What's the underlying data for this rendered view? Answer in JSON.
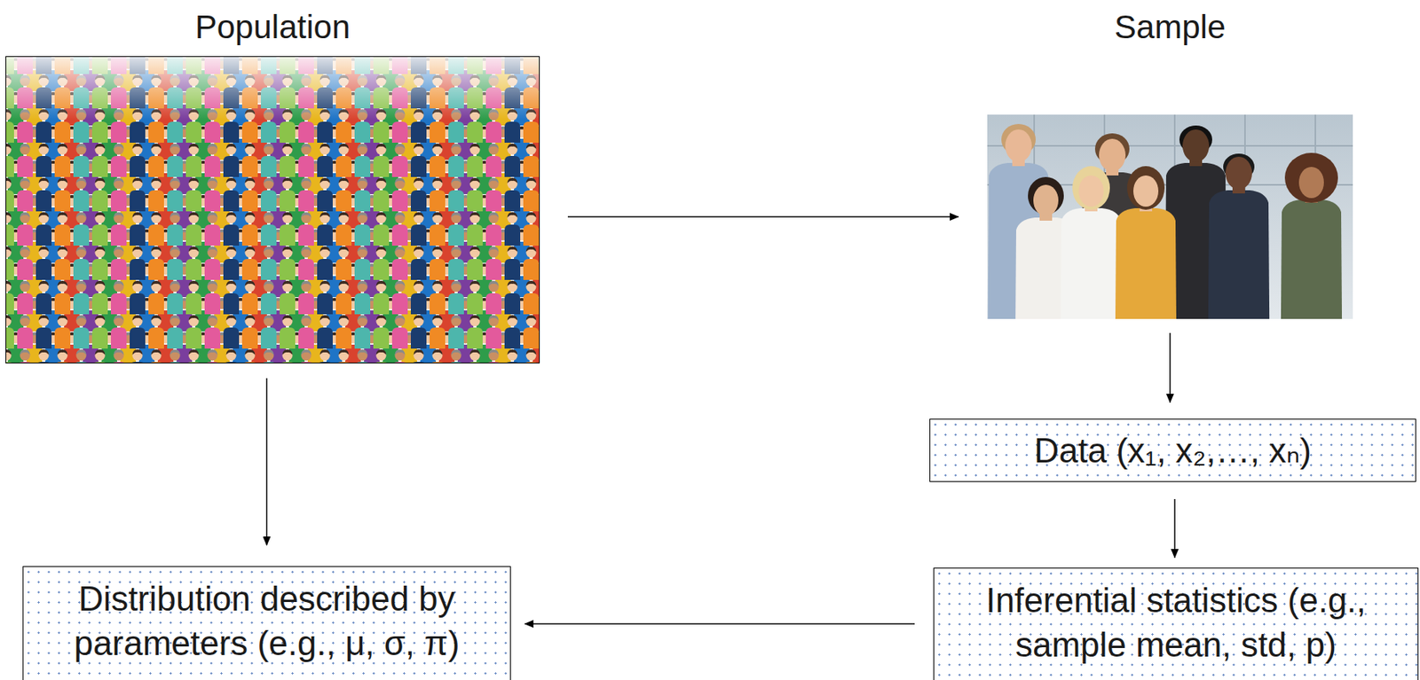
{
  "diagram": {
    "nodes": [
      {
        "text": [
          "Population"
        ]
      },
      {
        "text": [
          "Sample"
        ]
      },
      {
        "text": [
          "Data (x₁, x₂,…, xₙ)"
        ]
      },
      {
        "text": [
          "Inferential statistics (e.g., sample mean, std, p)"
        ]
      },
      {
        "text": [
          "Distribution described by parameters (e.g., μ, σ, π)"
        ]
      }
    ],
    "edges": [
      {
        "from": 0,
        "to": 1,
        "arrow": "to"
      },
      {
        "from": 1,
        "to": 2,
        "arrow": "to"
      },
      {
        "from": 2,
        "to": 3,
        "arrow": "to"
      },
      {
        "from": 3,
        "to": 4,
        "arrow": "to"
      },
      {
        "from": 0,
        "to": 4,
        "arrow": "to"
      }
    ]
  }
}
